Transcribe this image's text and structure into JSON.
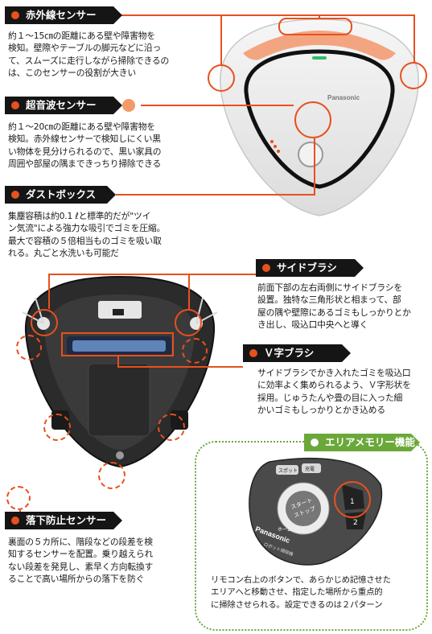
{
  "sections": {
    "infrared": {
      "label": "赤外線センサー",
      "lines": [
        "約１～15㎝の距離にある壁や障害物を",
        "検知。壁際やテーブルの脚元などに沿っ",
        "て、スムーズに走行しながら掃除できるの",
        "は、このセンサーの役割が大きい"
      ]
    },
    "ultrasonic": {
      "label": "超音波センサー",
      "lines": [
        "約１～20㎝の距離にある壁や障害物を",
        "検知。赤外線センサーで検知しにくい黒",
        "い物体を見分けられるので、黒い家具の",
        "周囲や部屋の隅まできっちり掃除できる"
      ]
    },
    "dustbox": {
      "label": "ダストボックス",
      "lines": [
        "集塵容積は約0.1 ℓと標準的だが\"ツイ",
        "ン気流\"による強力な吸引でゴミを圧縮。",
        "最大で容積の５倍相当ものゴミを吸い取",
        "れる。丸ごと水洗いも可能だ"
      ]
    },
    "sidebrush": {
      "label": "サイドブラシ",
      "lines": [
        "前面下部の左右両側にサイドブラシを",
        "設置。独特な三角形状と相まって、部",
        "屋の隅や壁際にあるゴミもしっかりとか",
        "き出し、吸込口中央へと導く"
      ]
    },
    "vbrush": {
      "label": "Ｖ字ブラシ",
      "lines": [
        "サイドブラシでかき入れたゴミを吸込口",
        "に効率よく集められるよう、Ｖ字形状を",
        "採用。じゅうたんや畳の目に入った細",
        "かいゴミもしっかりとかき込める"
      ]
    },
    "area_memory": {
      "label": "エリアメモリー機能",
      "lines": [
        "リモコン右上のボタンで、あらかじめ記憶させた",
        "エリアへと移動させ、指定した場所から重点的",
        "に掃除させられる。設定できるのは２パターン"
      ]
    },
    "fall_prevention": {
      "label": "落下防止センサー",
      "lines": [
        "裏面の５カ所に、階段などの段差を検",
        "知するセンサーを配置。乗り越えられ",
        "ない段差を発見し、素早く方向転換す",
        "ることで高い場所からの落下を防ぐ"
      ]
    }
  },
  "robot": {
    "brand": "Panasonic"
  },
  "remote": {
    "spot_button": "スポット",
    "charge_button": "充電",
    "start_button_line1": "スタート",
    "start_button_line2": "ストップ",
    "home_button": "ホーム",
    "area1_button": "1",
    "area2_button": "2",
    "brand": "Panasonic",
    "model_label": "ロボット掃除機"
  },
  "colors": {
    "accent": "#e8501e",
    "tag_dark": "#151515",
    "tag_green": "#6aa83a"
  }
}
